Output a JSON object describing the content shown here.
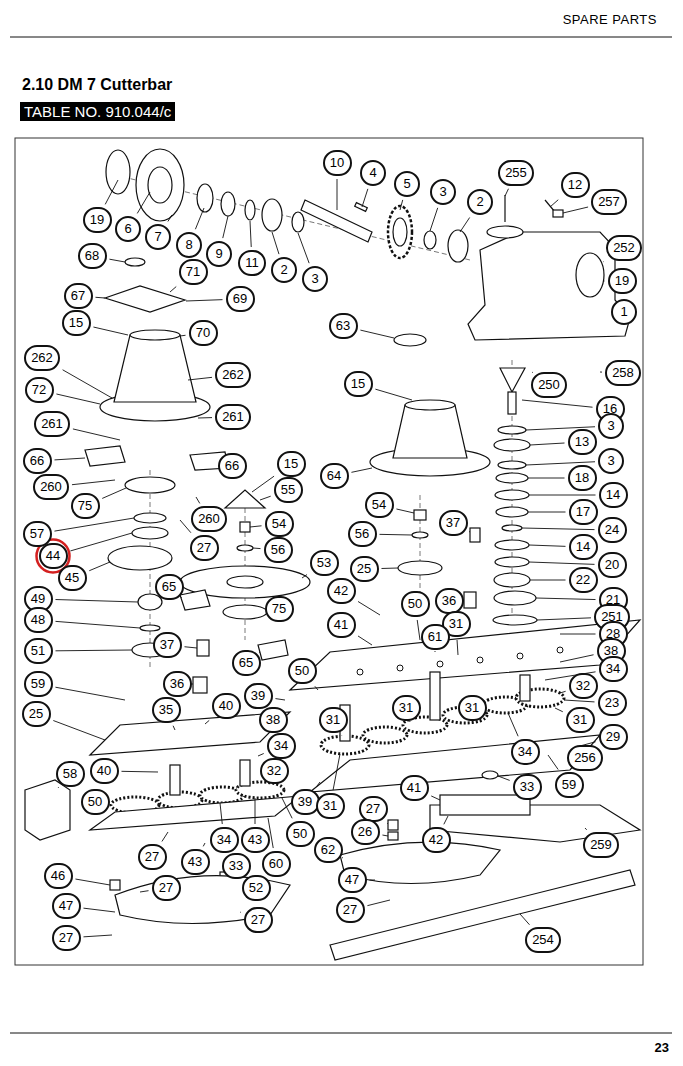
{
  "diagram": {
    "title": "2.10 DM 7 Cutterbar",
    "labels": [
      "SPARE PARTS",
      "TABLE NO. 910.044/c",
      "23",
      "19",
      "6",
      "7",
      "8",
      "9",
      "11",
      "2",
      "3",
      "10",
      "4",
      "5",
      "3",
      "2",
      "255",
      "12",
      "257",
      "252",
      "19",
      "1",
      "68",
      "71",
      "67",
      "69",
      "15",
      "70",
      "63",
      "262",
      "262",
      "72",
      "15",
      "250",
      "258",
      "16",
      "261",
      "261",
      "3",
      "13",
      "66",
      "66",
      "15",
      "64",
      "3",
      "18",
      "260",
      "55",
      "14",
      "75",
      "260",
      "54",
      "17",
      "57",
      "27",
      "54",
      "37",
      "24",
      "44",
      "56",
      "56",
      "14",
      "45",
      "53",
      "25",
      "20",
      "65",
      "22",
      "49",
      "42",
      "50",
      "36",
      "21",
      "75",
      "251",
      "48",
      "41",
      "31",
      "61",
      "28",
      "51",
      "37",
      "65",
      "38",
      "59",
      "36",
      "50",
      "34",
      "32",
      "39",
      "35",
      "40",
      "25",
      "31",
      "31",
      "31",
      "23",
      "38",
      "31",
      "34",
      "34",
      "29",
      "40",
      "32",
      "256",
      "58",
      "41",
      "33",
      "59",
      "39",
      "31",
      "50",
      "27",
      "26",
      "42",
      "259",
      "34",
      "43",
      "50",
      "27",
      "62",
      "43",
      "33",
      "60",
      "46",
      "27",
      "52",
      "47",
      "27",
      "47",
      "27",
      "27",
      "254"
    ]
  }
}
